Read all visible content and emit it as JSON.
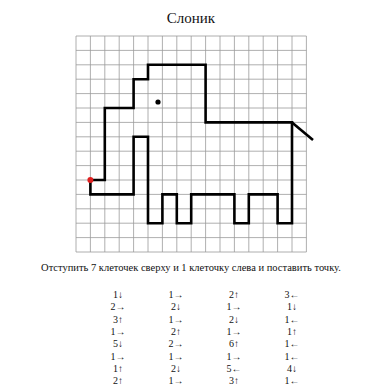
{
  "diagram": {
    "title": "Слоник",
    "labels": [
      "Отступить 7 клеточек сверху и 1 клеточку слева и поставить точку.",
      "1↓",
      "1→",
      "2↑",
      "3←",
      "2→",
      "2↓",
      "1→",
      "1↓",
      "3↑",
      "1→",
      "2↓",
      "1←",
      "1→",
      "2↑",
      "1→",
      "1↑",
      "5↓",
      "2→",
      "6↑",
      "1←",
      "1→",
      "1→",
      "1→",
      "1←",
      "1↑",
      "2↓",
      "5←",
      "4↓",
      "2↑",
      "1→",
      "3↑",
      "1←"
    ]
  }
}
